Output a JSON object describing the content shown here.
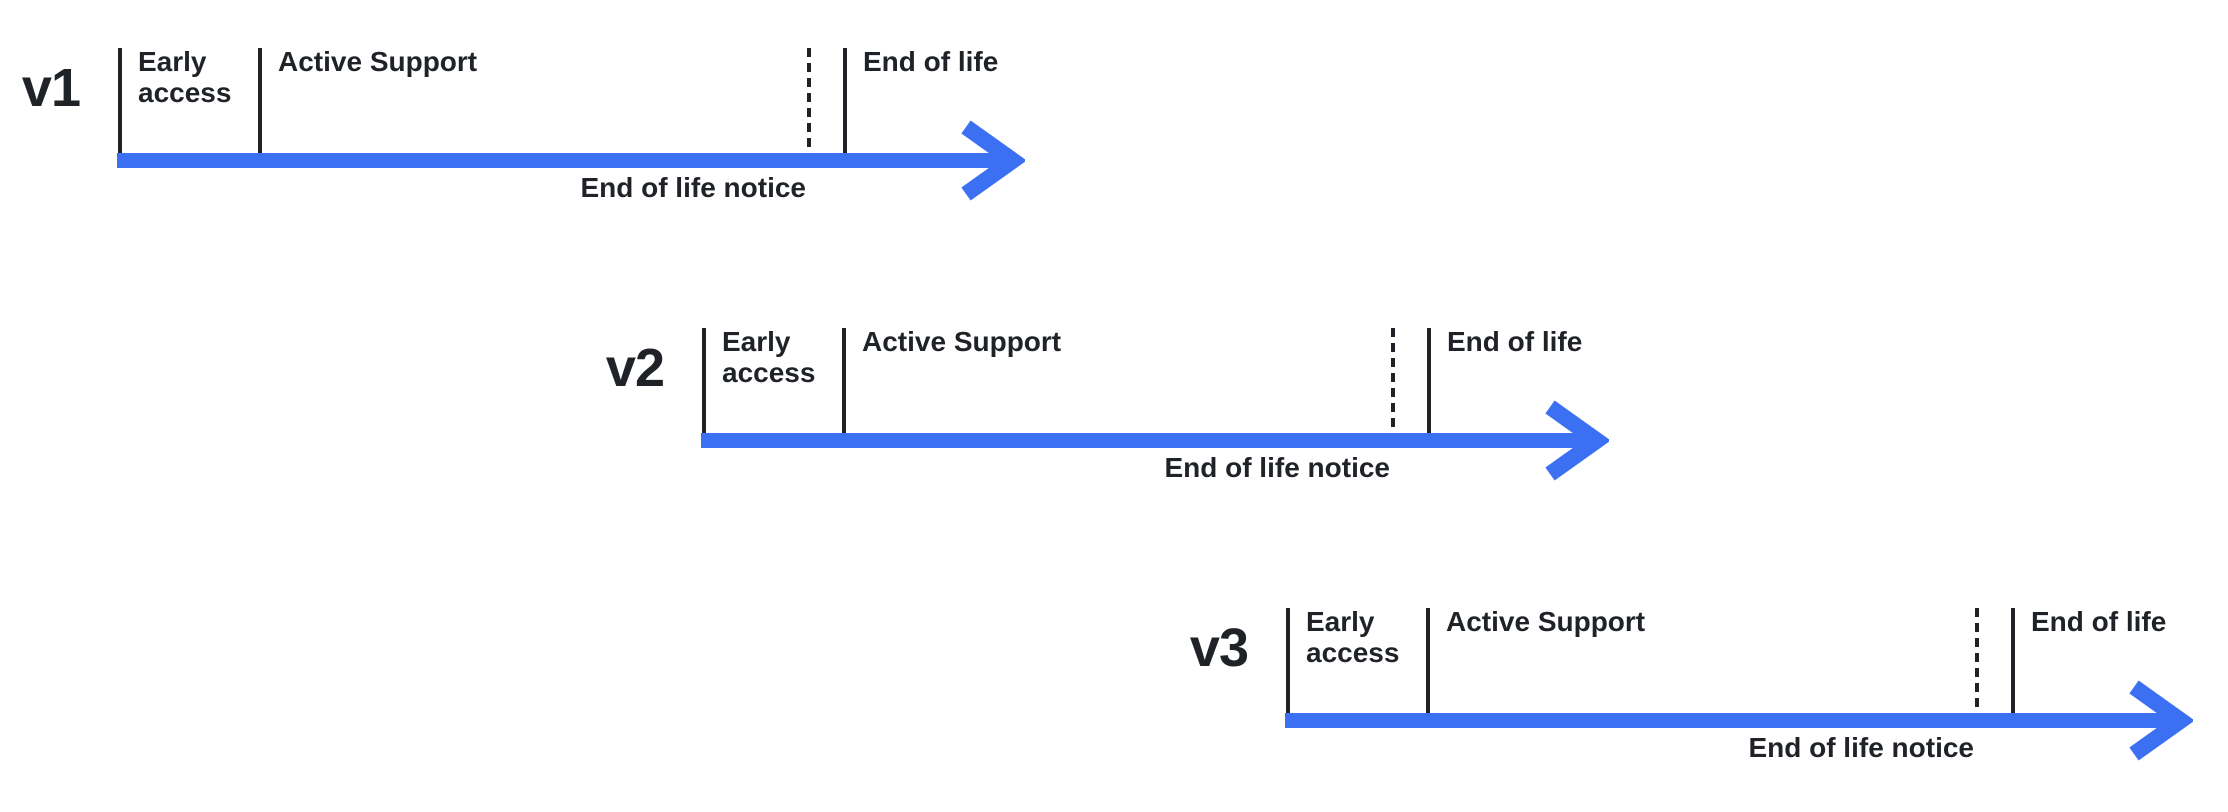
{
  "diagram": {
    "type": "release-support-timelines",
    "colors": {
      "arrow": "#3C70F2",
      "line": "#1F2227",
      "text": "#1F2227",
      "background": "#FFFFFF"
    },
    "timelines": [
      {
        "version": "v1",
        "phases": {
          "early_access": "Early access",
          "active_support": "Active Support",
          "end_of_life": "End of life"
        },
        "notice": "End of life notice"
      },
      {
        "version": "v2",
        "phases": {
          "early_access": "Early access",
          "active_support": "Active Support",
          "end_of_life": "End of life"
        },
        "notice": "End of life notice"
      },
      {
        "version": "v3",
        "phases": {
          "early_access": "Early access",
          "active_support": "Active Support",
          "end_of_life": "End of life"
        },
        "notice": "End of life notice"
      }
    ]
  }
}
